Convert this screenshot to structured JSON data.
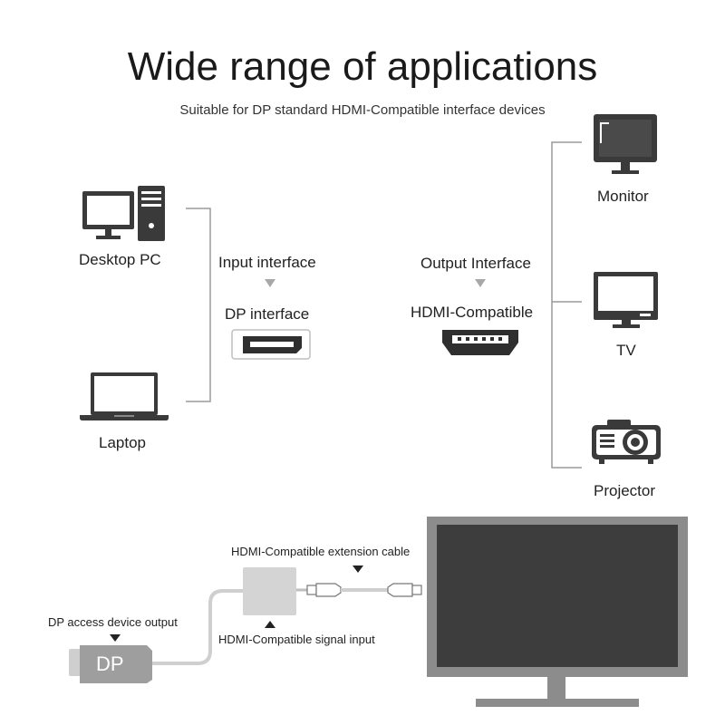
{
  "header": {
    "title": "Wide range of applications",
    "subtitle": "Suitable for DP standard HDMI-Compatible interface devices"
  },
  "inputs": {
    "desktop": {
      "label": "Desktop PC",
      "icon": "desktop-pc-icon"
    },
    "laptop": {
      "label": "Laptop",
      "icon": "laptop-icon"
    }
  },
  "interfaces": {
    "input_title": "Input interface",
    "input_port": "DP interface",
    "output_title": "Output Interface",
    "output_port": "HDMI-Compatible"
  },
  "outputs": {
    "monitor": {
      "label": "Monitor",
      "icon": "monitor-icon"
    },
    "tv": {
      "label": "TV",
      "icon": "tv-icon"
    },
    "projector": {
      "label": "Projector",
      "icon": "projector-icon"
    }
  },
  "connection": {
    "extension_cable": "HDMI-Compatible extension cable",
    "signal_input": "HDMI-Compatible signal input",
    "device_output": "DP access device output",
    "dp_plug_text": "DP"
  },
  "colors": {
    "icon_dark": "#3a3a3a",
    "line_gray": "#9a9a9a",
    "tv_frame": "#8c8c8c",
    "tv_screen": "#3d3d3d",
    "adapter": "#d4d4d4"
  }
}
